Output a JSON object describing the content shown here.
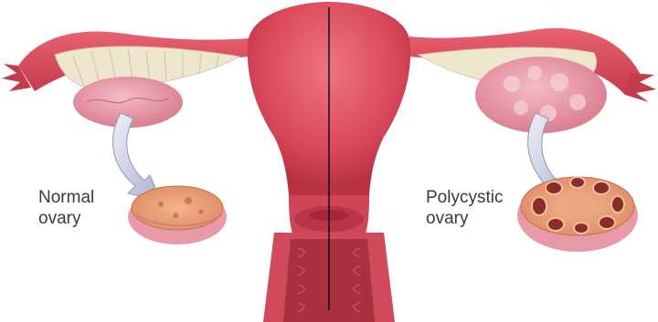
{
  "labels": {
    "normal": {
      "line1": "Normal",
      "line2": "ovary"
    },
    "polycystic": {
      "line1": "Polycystic",
      "line2": "ovary"
    }
  },
  "colors": {
    "tissue": "#e0505e",
    "tissue_dark": "#b42e40",
    "ovary": "#e89aa8",
    "ovary_cut": "#e9a07c",
    "fimbriae": "#efe6cf",
    "arrow": "#c9cfe3",
    "divider": "#111111"
  },
  "icons": {
    "arrow_normal": "curved-arrow-icon",
    "arrow_poly": "curved-arrow-icon"
  }
}
